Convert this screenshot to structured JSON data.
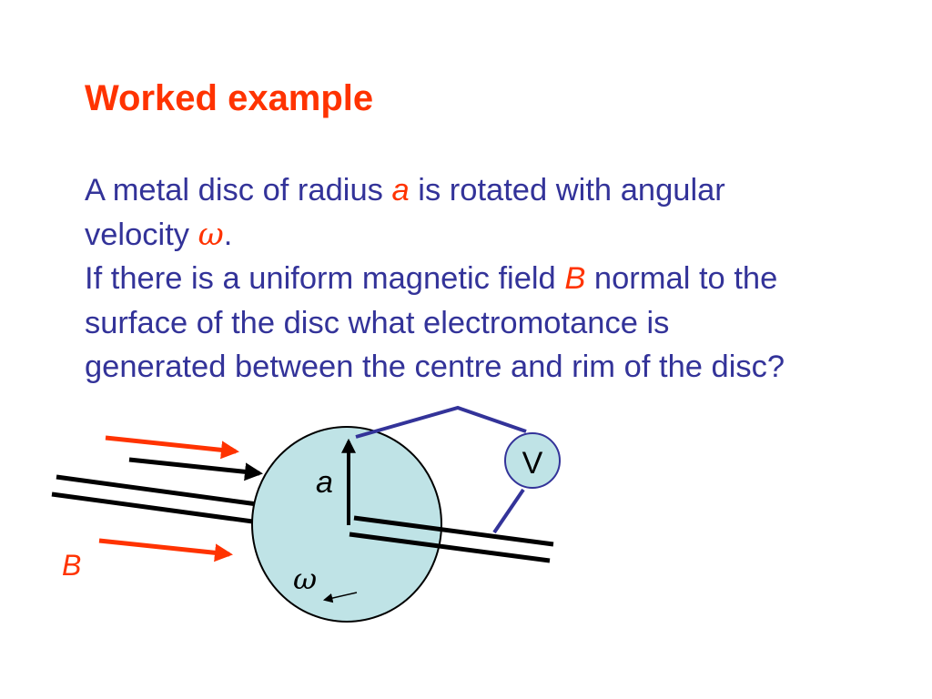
{
  "slide": {
    "title": "Worked example",
    "line1_a": "A metal disc of radius ",
    "line1_var": "a",
    "line1_b": " is rotated with angular",
    "line2_a": "velocity ",
    "line2_var": "ω",
    "line2_b": ".",
    "line3_a": "If there is a uniform magnetic field ",
    "line3_var": "B",
    "line3_b": " normal to the",
    "line4": "surface of the disc what electromotance is",
    "line5": "generated between the centre and rim of the disc?"
  },
  "diagram": {
    "field_label": "B",
    "radius_label": "a",
    "angular_velocity_label": "ω",
    "voltmeter_label": "V",
    "colors": {
      "disc_fill": "#bfe3e6",
      "outline": "#000000",
      "field_arrow": "#ff3300",
      "wire": "#333399",
      "title": "#ff3300",
      "text": "#333399"
    }
  }
}
